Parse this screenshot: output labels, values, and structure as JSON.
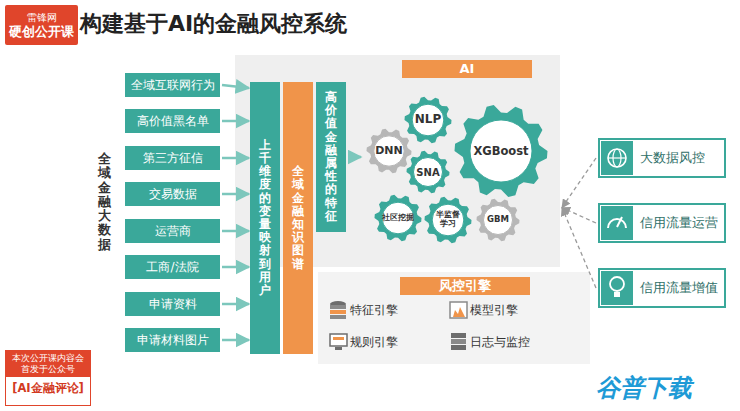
{
  "diagram": {
    "title": "构建基于AI的金融风控系统",
    "nodes": [
      {
        "text": [
          "雷锋网",
          "硬创公开课"
        ]
      },
      {
        "text": [
          "全域互联网行为"
        ]
      },
      {
        "text": [
          "高价值黑名单"
        ]
      },
      {
        "text": [
          "第三方征信"
        ]
      },
      {
        "text": [
          "交易数据"
        ]
      },
      {
        "text": [
          "运营商"
        ]
      },
      {
        "text": [
          "工商/法院"
        ]
      },
      {
        "text": [
          "申请资料"
        ]
      },
      {
        "text": [
          "申请材料图片"
        ]
      },
      {
        "text": [
          "上千维度的变量映射到用户"
        ]
      },
      {
        "text": [
          "全域金融知识图谱"
        ]
      },
      {
        "text": [
          "高价值金融属性的特征"
        ]
      },
      {
        "text": [
          "AI"
        ]
      },
      {
        "text": [
          "NLP"
        ],
        "in": 12
      },
      {
        "text": [
          "DNN"
        ],
        "in": 12
      },
      {
        "text": [
          "XGBoost"
        ],
        "in": 12
      },
      {
        "text": [
          "SNA"
        ],
        "in": 12
      },
      {
        "text": [
          "社区挖掘"
        ],
        "in": 12
      },
      {
        "text": [
          "半监督学习"
        ],
        "in": 12
      },
      {
        "text": [
          "GBM"
        ],
        "in": 12
      },
      {
        "text": [
          "风控引擎"
        ]
      },
      {
        "text": [
          "特征引擎"
        ],
        "in": 20
      },
      {
        "text": [
          "模型引擎"
        ],
        "in": 20
      },
      {
        "text": [
          "规则引擎"
        ],
        "in": 20
      },
      {
        "text": [
          "日志与监控"
        ],
        "in": 20
      },
      {
        "text": [
          "大数据风控"
        ]
      },
      {
        "text": [
          "信用流量运营"
        ]
      },
      {
        "text": [
          "信用流量增值"
        ]
      },
      {
        "text": [
          "本次公开课内容会首发于公众号",
          "[AI金融评论]"
        ]
      }
    ],
    "edges": [
      {
        "from": 1,
        "to": 9,
        "arrow": "to"
      },
      {
        "from": 2,
        "to": 9,
        "arrow": "to"
      },
      {
        "from": 3,
        "to": 9,
        "arrow": "to"
      },
      {
        "from": 4,
        "to": 9,
        "arrow": "to"
      },
      {
        "from": 5,
        "to": 9,
        "arrow": "to"
      },
      {
        "from": 6,
        "to": 9,
        "arrow": "to"
      },
      {
        "from": 7,
        "to": 9,
        "arrow": "to"
      },
      {
        "from": 8,
        "to": 9,
        "arrow": "to"
      },
      {
        "from": 11,
        "to": 12,
        "arrow": "to"
      },
      {
        "from": 25,
        "to": 12,
        "arrow": "to"
      },
      {
        "from": 26,
        "to": 12,
        "arrow": "to"
      },
      {
        "from": 27,
        "to": 12,
        "arrow": "to"
      }
    ],
    "labels": [
      "全域金融大数据",
      "谷普下载"
    ]
  }
}
